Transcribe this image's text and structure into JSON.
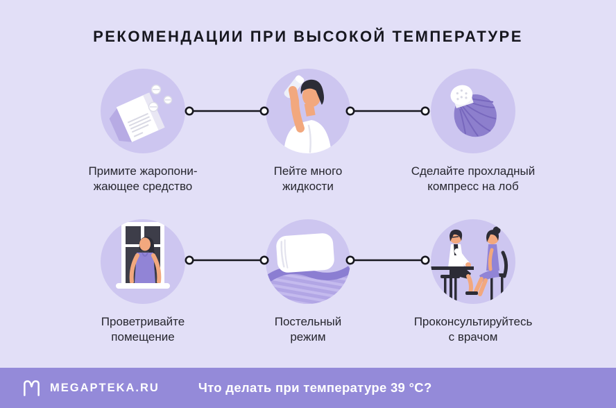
{
  "title": "РЕКОМЕНДАЦИИ ПРИ ВЫСОКОЙ ТЕМПЕРАТУРЕ",
  "steps": [
    {
      "icon": "antipyretic-medicine",
      "line1": "Примите жаропони-",
      "line2": "жающее средство"
    },
    {
      "icon": "drinking-water",
      "line1": "Пейте много",
      "line2": "жидкости"
    },
    {
      "icon": "cold-compress",
      "line1": "Сделайте прохладный",
      "line2": "компресс на лоб"
    },
    {
      "icon": "open-window",
      "line1": "Проветривайте",
      "line2": "помещение"
    },
    {
      "icon": "bed-rest",
      "line1": "Постельный",
      "line2": "режим"
    },
    {
      "icon": "doctor-consultation",
      "line1": "Проконсультируйтесь",
      "line2": "с врачом"
    }
  ],
  "footer": {
    "brand": "MEGAPTEKA.RU",
    "tagline": "Что делать при температуре 39 °С?"
  },
  "colors": {
    "page_bg": "#e2dff7",
    "circle_bg": "#cdc6f0",
    "title_text": "#17171f",
    "caption_text": "#26262e",
    "line_color": "#17171f",
    "footer_bg": "#948ad9",
    "accent": "#9184d6",
    "accent_deep": "#8b7ed2",
    "accent_soft": "#b2a6e5",
    "hair": "#2c2c36",
    "skin": "#f2a87e",
    "window_dark": "#3d3d49"
  }
}
